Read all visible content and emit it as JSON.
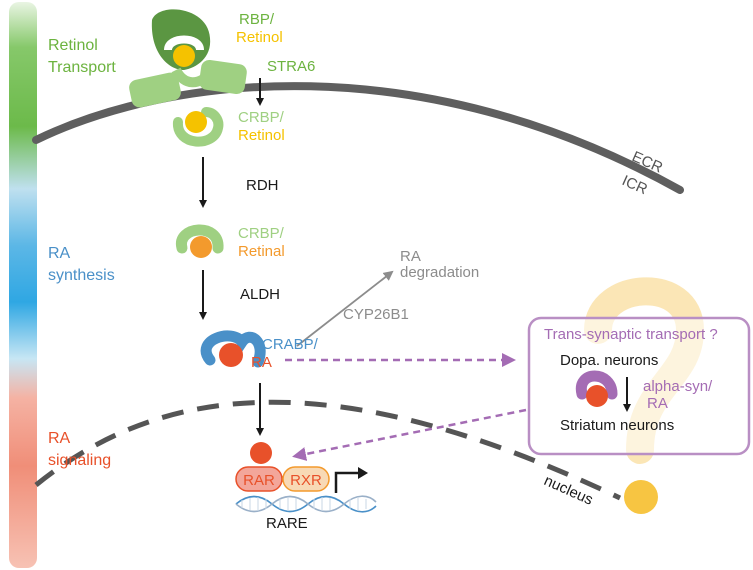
{
  "sections": {
    "retinol_transport": [
      "Retinol",
      "Transport"
    ],
    "ra_synthesis": [
      "RA",
      "synthesis"
    ],
    "ra_signaling": [
      "RA",
      "signaling"
    ]
  },
  "labels": {
    "rbp": "RBP/",
    "rbp_retinol": "Retinol",
    "stra6": "STRA6",
    "crbp1": "CRBP/",
    "crbp1_retinol": "Retinol",
    "rdh": "RDH",
    "crbp2": "CRBP/",
    "crbp2_retinal": "Retinal",
    "aldh": "ALDH",
    "crabp": "CRABP/",
    "crabp_ra": "RA",
    "cyp26b1": "CYP26B1",
    "ra_degradation": [
      "RA",
      "degradation"
    ],
    "ecr": "ECR",
    "icr": "ICR",
    "rar": "RAR",
    "rxr": "RXR",
    "rare": "RARE",
    "nucleus": "nucleus"
  },
  "box": {
    "title": "Trans-synaptic transport ?",
    "dopa": "Dopa. neurons",
    "alpha_syn": "alpha-syn/",
    "alpha_ra": "RA",
    "striatum": "Striatum neurons"
  },
  "colors": {
    "green": "#6cb33f",
    "dark_green": "#5b9642",
    "light_green": "#9fd082",
    "retinol_yellow": "#f5c200",
    "retinal_orange": "#f39a2d",
    "blue": "#4a90c8",
    "ra_red": "#e8512a",
    "purple": "#a46cb4",
    "gray": "#8c8c8c"
  }
}
